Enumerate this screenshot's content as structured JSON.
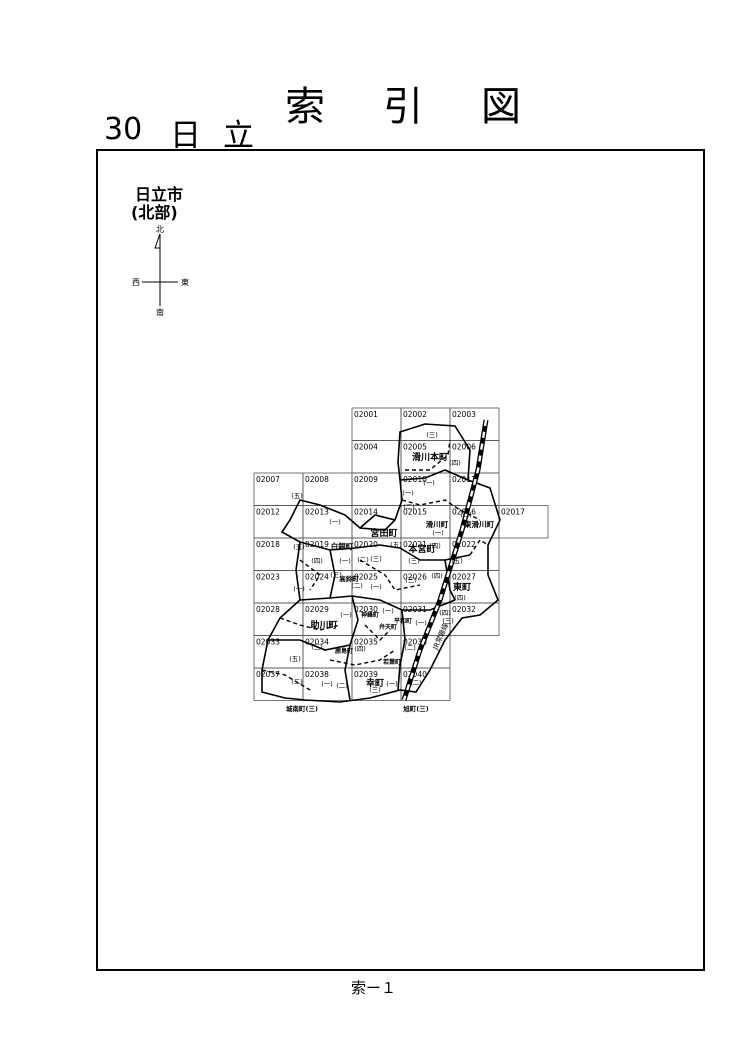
{
  "header": {
    "title": "索引図",
    "section_number": "30",
    "section_name": "日立"
  },
  "legend": {
    "city_name": "日立市",
    "city_sub": "(北部)"
  },
  "compass": {
    "north": "北",
    "south": "南",
    "east": "東",
    "west": "西"
  },
  "map": {
    "rows": [
      [
        "02001",
        "02002",
        "02003"
      ],
      [
        "02004",
        "02005",
        "02006"
      ],
      [
        "02007",
        "02008",
        "02009",
        "02010",
        "02011"
      ],
      [
        "02012",
        "02013",
        "02014",
        "02015",
        "02016",
        "02017"
      ],
      [
        "02018",
        "02019",
        "02020",
        "02021",
        "02022"
      ],
      [
        "02023",
        "02024",
        "02025",
        "02026",
        "02027"
      ],
      [
        "02028",
        "02029",
        "02030",
        "02031",
        "02032"
      ],
      [
        "02033",
        "02034",
        "02035",
        "02036"
      ],
      [
        "02037",
        "02038",
        "02039",
        "02040"
      ]
    ],
    "place_labels": [
      "滑川本町",
      "滑川町",
      "東滑川町",
      "宮田町",
      "本宮町",
      "白銀町",
      "東町",
      "助川町",
      "幸町",
      "高鈴町",
      "神峰町",
      "平和町",
      "弁天町",
      "鹿島町",
      "若葉町",
      "城南町(三)",
      "旭町(三)"
    ],
    "district_markers": [
      "(一)",
      "(二)",
      "(三)",
      "(四)",
      "(五)"
    ],
    "railway_label": "JR常磐線"
  },
  "footer": {
    "page_label": "索ー１"
  }
}
